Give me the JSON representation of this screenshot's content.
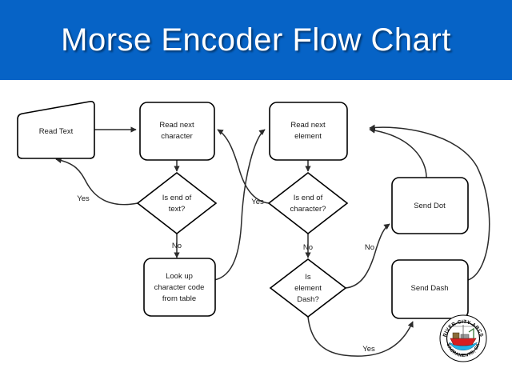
{
  "slide": {
    "title": "Morse Encoder Flow Chart",
    "banner_color": "#0663c6",
    "title_color": "#ffffff",
    "background_color": "#ffffff"
  },
  "flowchart": {
    "nodes": [
      {
        "id": "read-text",
        "shape": "input-trapezoid",
        "lines": [
          "Read Text"
        ]
      },
      {
        "id": "read-next-char",
        "shape": "rounded-rect",
        "lines": [
          "Read next",
          "character"
        ]
      },
      {
        "id": "is-end-of-text",
        "shape": "diamond",
        "lines": [
          "Is end of",
          "text?"
        ]
      },
      {
        "id": "look-up-code",
        "shape": "rounded-rect",
        "lines": [
          "Look up",
          "character code",
          "from table"
        ]
      },
      {
        "id": "read-next-elem",
        "shape": "rounded-rect",
        "lines": [
          "Read next",
          "element"
        ]
      },
      {
        "id": "is-end-of-char",
        "shape": "diamond",
        "lines": [
          "Is end of",
          "character?"
        ]
      },
      {
        "id": "is-element-dash",
        "shape": "diamond",
        "lines": [
          "Is",
          "element",
          "Dash?"
        ]
      },
      {
        "id": "send-dot",
        "shape": "rounded-rect",
        "lines": [
          "Send Dot"
        ]
      },
      {
        "id": "send-dash",
        "shape": "rounded-rect",
        "lines": [
          "Send Dash"
        ]
      }
    ],
    "node_text": {
      "read_text": "Read Text",
      "read_next_char_l1": "Read next",
      "read_next_char_l2": "character",
      "is_end_text_l1": "Is end of",
      "is_end_text_l2": "text?",
      "look_up_l1": "Look up",
      "look_up_l2": "character code",
      "look_up_l3": "from table",
      "read_next_elem_l1": "Read next",
      "read_next_elem_l2": "element",
      "is_end_char_l1": "Is end of",
      "is_end_char_l2": "character?",
      "is_elem_dash_l1": "Is",
      "is_elem_dash_l2": "element",
      "is_elem_dash_l3": "Dash?",
      "send_dot": "Send Dot",
      "send_dash": "Send Dash"
    },
    "edge_labels": {
      "end_text_yes": "Yes",
      "end_text_no": "No",
      "end_char_yes": "Yes",
      "end_char_no": "No",
      "dash_no": "No",
      "dash_yes": "Yes"
    },
    "edges": [
      {
        "from": "read-text",
        "to": "read-next-char",
        "label": ""
      },
      {
        "from": "read-next-char",
        "to": "is-end-of-text",
        "label": ""
      },
      {
        "from": "is-end-of-text",
        "to": "read-text",
        "label": "Yes"
      },
      {
        "from": "is-end-of-text",
        "to": "look-up-code",
        "label": "No"
      },
      {
        "from": "look-up-code",
        "to": "read-next-elem",
        "label": ""
      },
      {
        "from": "read-next-elem",
        "to": "is-end-of-char",
        "label": ""
      },
      {
        "from": "is-end-of-char",
        "to": "read-next-char",
        "label": "Yes"
      },
      {
        "from": "is-end-of-char",
        "to": "is-element-dash",
        "label": "No"
      },
      {
        "from": "is-element-dash",
        "to": "send-dot",
        "label": "No"
      },
      {
        "from": "is-element-dash",
        "to": "send-dash",
        "label": "Yes"
      },
      {
        "from": "send-dot",
        "to": "read-next-elem",
        "label": ""
      },
      {
        "from": "send-dash",
        "to": "read-next-elem",
        "label": ""
      }
    ]
  },
  "logo": {
    "top_text": "RIVER CITY ARCS",
    "bottom_text": "SACRAMENTO, CA",
    "hull_color": "#d81f20",
    "water_color": "#22b2e8",
    "ring_color": "#000000"
  }
}
